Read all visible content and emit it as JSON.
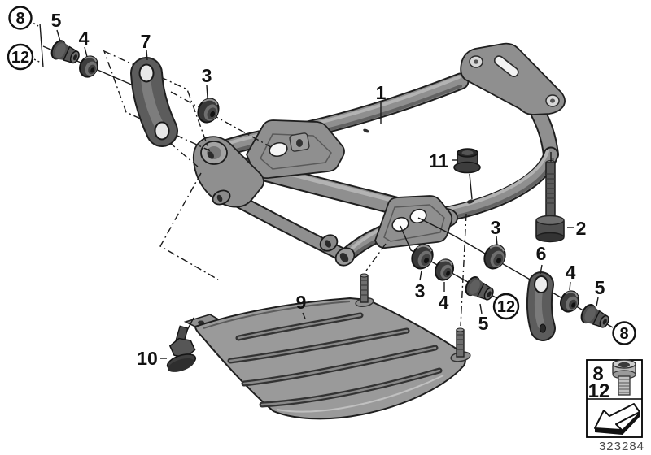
{
  "diagram": {
    "type": "exploded-parts-diagram",
    "drawing_number": "323284",
    "colors": {
      "background": "#ffffff",
      "outline": "#1a1a1a",
      "metal": "#8f8f8f",
      "metal_light": "#b3b3b3",
      "metal_dark": "#5f5f5f",
      "rubber_part": "#3b3b3b",
      "skid_plate": "#9a9a9a"
    }
  },
  "callouts": {
    "circled_8_top_left": "8",
    "circled_12_top_left": "12",
    "label_5_top": "5",
    "label_4_top": "4",
    "label_7": "7",
    "label_3_top": "3",
    "label_1": "1",
    "label_11": "11",
    "label_2": "2",
    "label_3_right": "3",
    "label_3_mid": "3",
    "label_4_mid": "4",
    "label_5_mid": "5",
    "circled_12_mid": "12",
    "label_6": "6",
    "label_4_right": "4",
    "label_5_right": "5",
    "circled_8_right": "8",
    "label_9": "9",
    "label_10": "10"
  },
  "legend": {
    "bolt_size_top": "8",
    "bolt_size_bottom": "12",
    "bolt_icon": "socket-head-bolt-icon",
    "direction_icon": "install-direction-arrow-icon"
  },
  "footer": {
    "drawing_number": "323284"
  }
}
